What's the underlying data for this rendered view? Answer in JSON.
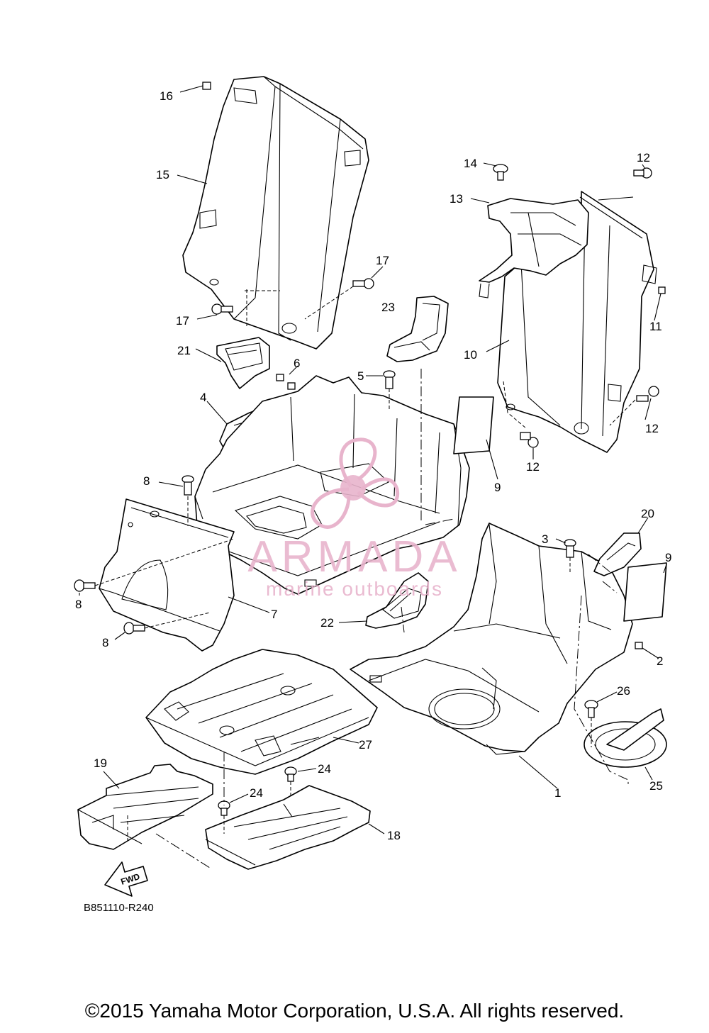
{
  "diagram": {
    "drawing_code": "B851110-R240",
    "direction_marker": "FWD",
    "copyright": "©2015 Yamaha Motor Corporation, U.S.A. All rights reserved.",
    "watermark": {
      "brand": "ARMADA",
      "tagline": "marine outboards",
      "color": "#e8b4cc"
    },
    "callouts": [
      "1",
      "2",
      "3",
      "4",
      "5",
      "6",
      "7",
      "8",
      "8",
      "8",
      "9",
      "9",
      "10",
      "11",
      "12",
      "12",
      "12",
      "13",
      "14",
      "15",
      "16",
      "17",
      "17",
      "18",
      "19",
      "20",
      "21",
      "22",
      "23",
      "24",
      "24",
      "25",
      "26",
      "27"
    ]
  }
}
